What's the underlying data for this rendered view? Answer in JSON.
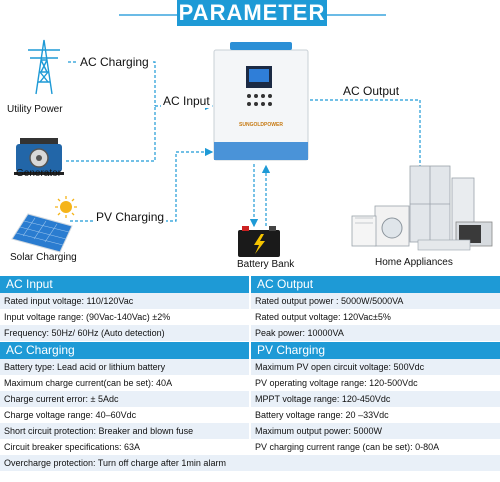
{
  "header": {
    "title": "PARAMETER"
  },
  "diagram": {
    "labels": {
      "utility_power": "Utility Power",
      "generator": "Generator",
      "solar_charging": "Solar Charging",
      "battery_bank": "Battery Bank",
      "home_appliances": "Home Appliances"
    },
    "flows": {
      "ac_charging": "AC Charging",
      "ac_input": "AC Input",
      "ac_output": "AC Output",
      "pv_charging": "PV Charging"
    },
    "inverter_brand": "SUNGOLDPOWER",
    "colors": {
      "accent": "#1e9ad6",
      "line": "#1e9ad6"
    }
  },
  "spec": {
    "ac_input": {
      "title": "AC Input",
      "rows": [
        "Rated input voltage: 110/120Vac",
        "Input voltage range: (90Vac-140Vac) ±2%",
        "Frequency:  50Hz/ 60Hz (Auto detection)"
      ]
    },
    "ac_output": {
      "title": "AC Output",
      "rows": [
        "Rated output power : 5000W/5000VA",
        "Rated output voltage: 120Vac±5%",
        "Peak power: 10000VA"
      ]
    },
    "ac_charging": {
      "title": "AC Charging",
      "rows": [
        "Battery type:  Lead acid or lithium battery",
        "Maximum charge current(can be set): 40A",
        "Charge current error: ± 5Adc",
        "Charge voltage range: 40–60Vdc",
        "Short circuit protection: Breaker and blown fuse",
        "Circuit breaker specifications: 63A",
        "Overcharge protection: Turn off charge after 1min alarm"
      ]
    },
    "pv_charging": {
      "title": "PV Charging",
      "rows": [
        "Maximum PV open circuit voltage: 500Vdc",
        "PV operating voltage range: 120-500Vdc",
        "MPPT voltage range: 120-450Vdc",
        "Battery voltage range: 20 –33Vdc",
        "Maximum output power: 5000W",
        "PV charging current range (can be set): 0-80A"
      ]
    }
  }
}
